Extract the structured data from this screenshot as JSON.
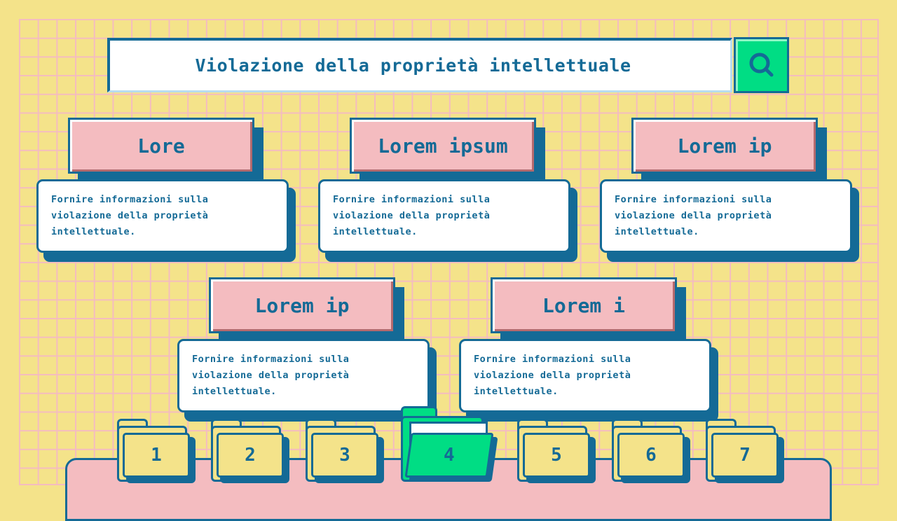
{
  "search": {
    "value": "Violazione della proprietà intellettuale",
    "button_icon": "search-icon"
  },
  "cards": [
    {
      "title": "Lore",
      "text": "Fornire informazioni sulla violazione della proprietà intellettuale."
    },
    {
      "title": "Lorem ipsum",
      "text": "Fornire informazioni sulla violazione della proprietà intellettuale."
    },
    {
      "title": "Lorem ip",
      "text": "Fornire informazioni sulla violazione della proprietà intellettuale."
    },
    {
      "title": "Lorem ip",
      "text": "Fornire informazioni sulla violazione della proprietà intellettuale."
    },
    {
      "title": "Lorem i",
      "text": "Fornire informazioni sulla violazione della proprietà intellettuale."
    }
  ],
  "folders": [
    {
      "label": "1",
      "active": false
    },
    {
      "label": "2",
      "active": false
    },
    {
      "label": "3",
      "active": false
    },
    {
      "label": "4",
      "active": true
    },
    {
      "label": "5",
      "active": false
    },
    {
      "label": "6",
      "active": false
    },
    {
      "label": "7",
      "active": false
    }
  ],
  "colors": {
    "background": "#f4e38a",
    "grid": "#f4bcc0",
    "accent_dark": "#146a96",
    "label_pink": "#f4bcc0",
    "active_green": "#00dd84"
  }
}
